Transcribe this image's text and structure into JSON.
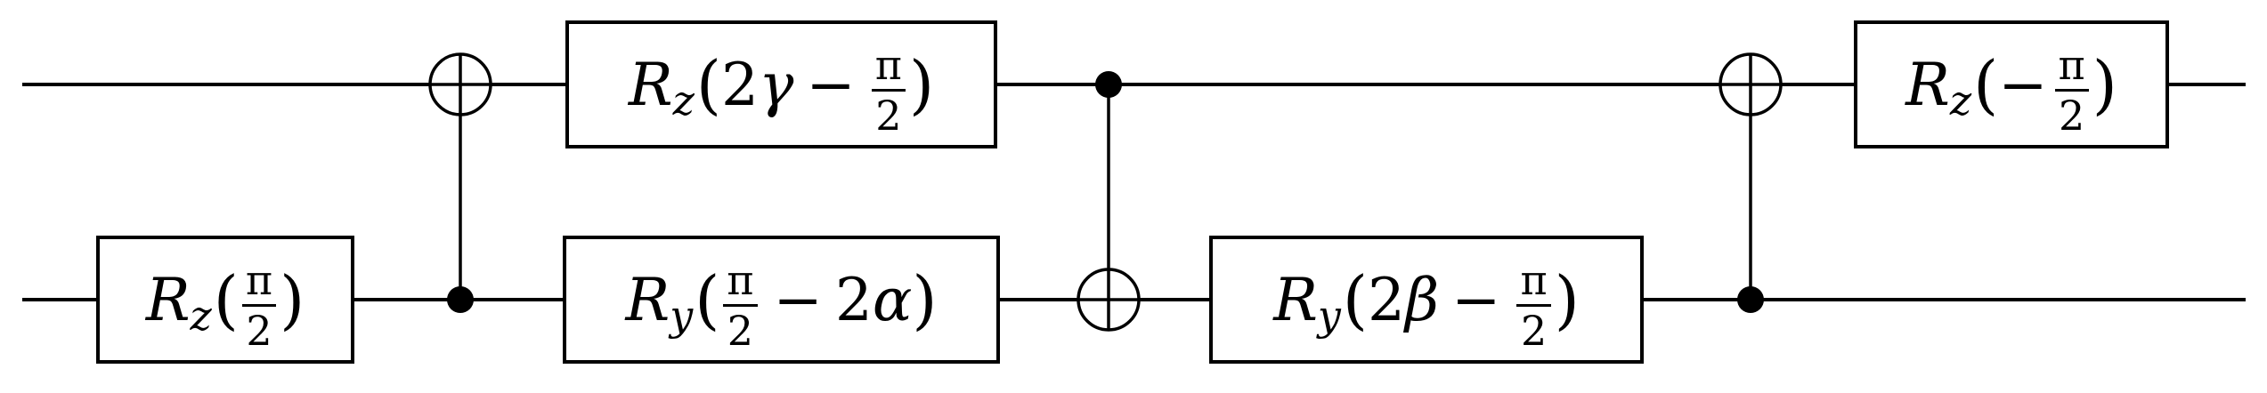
{
  "gates": {
    "rz_pi2": {
      "name": "R",
      "sub": "z",
      "open": "(",
      "frac_num": "π",
      "frac_den": "2",
      "close": ")"
    },
    "rz_gamma": {
      "name": "R",
      "sub": "z",
      "open": "(",
      "pre": "2",
      "var": "γ",
      "op": "−",
      "frac_num": "π",
      "frac_den": "2",
      "close": ")"
    },
    "ry_alpha": {
      "name": "R",
      "sub": "y",
      "open": "(",
      "frac_num": "π",
      "frac_den": "2",
      "op": "−",
      "post": "2",
      "var": "α",
      "close": ")"
    },
    "ry_beta": {
      "name": "R",
      "sub": "y",
      "open": "(",
      "pre": "2",
      "var": "β",
      "op": "−",
      "frac_num": "π",
      "frac_den": "2",
      "close": ")"
    },
    "rz_neg": {
      "name": "R",
      "sub": "z",
      "open": "(",
      "op": "−",
      "frac_num": "π",
      "frac_den": "2",
      "close": ")"
    }
  },
  "cnots": [
    {
      "control": "bottom",
      "target": "top"
    },
    {
      "control": "top",
      "target": "bottom"
    },
    {
      "control": "bottom",
      "target": "top"
    }
  ]
}
